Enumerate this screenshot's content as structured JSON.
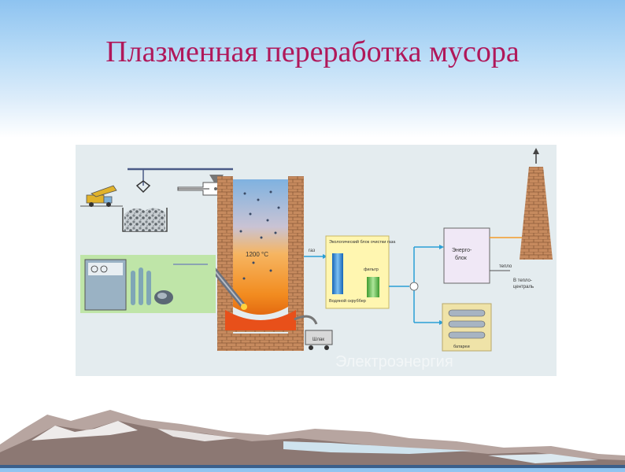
{
  "slide": {
    "title": "Плазменная переработка мусора"
  },
  "diagram": {
    "temperature": "1200 °C",
    "gas_label": "газ",
    "cleaning_block": "Экологический блок очистки газа",
    "filter_label": "фильтр",
    "scrubber_label": "Водяной скруббер",
    "slag_label": "Шлак",
    "energy_block_line1": "Энерго-",
    "energy_block_line2": "блок",
    "heat_label": "тепло",
    "to_plant_line1": "В тепло-",
    "to_plant_line2": "централь",
    "battery_label": "батареи",
    "watermark": "Электроэнергия"
  },
  "colors": {
    "title": "#b0185a",
    "sky_top": "#8ec3f0",
    "pipe_blue": "#2a9fd6",
    "flame_orange": "#f39c2a",
    "brick": "#c68a5e"
  }
}
